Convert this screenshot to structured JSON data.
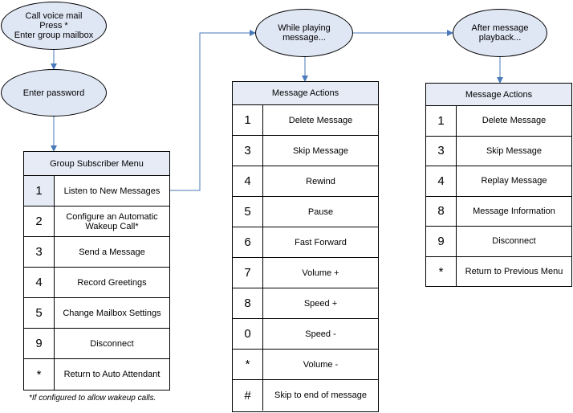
{
  "nodes": {
    "call": "Call voice mail\nPress *\nEnter group mailbox",
    "password": "Enter password",
    "playing": "While playing\nmessage...",
    "after": "After message\nplayback..."
  },
  "group_menu": {
    "title": "Group Subscriber Menu",
    "rows": [
      {
        "key": "1",
        "label": "Listen to New Messages"
      },
      {
        "key": "2",
        "label": "Configure an Automatic\nWakeup Call*"
      },
      {
        "key": "3",
        "label": "Send a Message"
      },
      {
        "key": "4",
        "label": "Record Greetings"
      },
      {
        "key": "5",
        "label": "Change Mailbox Settings"
      },
      {
        "key": "9",
        "label": "Disconnect"
      },
      {
        "key": "*",
        "label": "Return to Auto Attendant"
      }
    ]
  },
  "playing_menu": {
    "title": "Message Actions",
    "rows": [
      {
        "key": "1",
        "label": "Delete Message"
      },
      {
        "key": "3",
        "label": "Skip Message"
      },
      {
        "key": "4",
        "label": "Rewind"
      },
      {
        "key": "5",
        "label": "Pause"
      },
      {
        "key": "6",
        "label": "Fast Forward"
      },
      {
        "key": "7",
        "label": "Volume +"
      },
      {
        "key": "8",
        "label": "Speed +"
      },
      {
        "key": "0",
        "label": "Speed -"
      },
      {
        "key": "*",
        "label": "Volume -"
      },
      {
        "key": "#",
        "label": "Skip to end of message"
      }
    ]
  },
  "after_menu": {
    "title": "Message Actions",
    "rows": [
      {
        "key": "1",
        "label": "Delete Message"
      },
      {
        "key": "3",
        "label": "Skip Message"
      },
      {
        "key": "4",
        "label": "Replay Message"
      },
      {
        "key": "8",
        "label": "Message Information"
      },
      {
        "key": "9",
        "label": "Disconnect"
      },
      {
        "key": "*",
        "label": "Return to Previous Menu"
      }
    ]
  },
  "footnote": "*If configured to allow wakeup calls.",
  "colors": {
    "connector": "#4a7ab8",
    "fill": "#dfe6f4",
    "header": "#e6ebf6"
  }
}
